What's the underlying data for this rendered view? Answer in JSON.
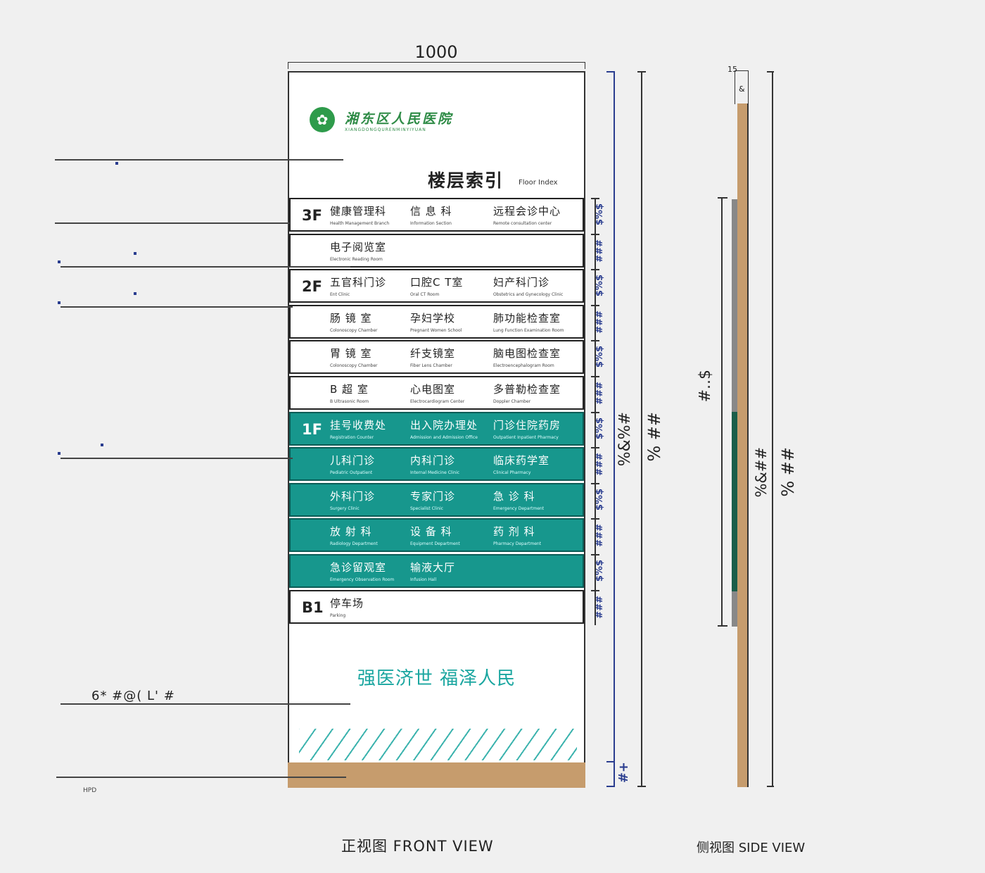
{
  "dimension_width": "1000",
  "logo": {
    "symbol": "✿",
    "name_cn": "湘东区人民医院",
    "name_en": "XIANGDONGQURENMINYIYUAN"
  },
  "floor_index": {
    "cn": "楼层索引",
    "en": "Floor Index"
  },
  "rows": [
    {
      "floor": "3F",
      "teal": false,
      "cells": [
        {
          "cn": "健康管理科",
          "en": "Health Management Branch"
        },
        {
          "cn": "信 息 科",
          "en": "Information Section"
        },
        {
          "cn": "远程会诊中心",
          "en": "Remote consultation center"
        }
      ]
    },
    {
      "floor": "",
      "teal": false,
      "cells": [
        {
          "cn": "电子阅览室",
          "en": "Electronic Reading Room"
        }
      ]
    },
    {
      "floor": "2F",
      "teal": false,
      "cells": [
        {
          "cn": "五官科门诊",
          "en": "Ent Clinic"
        },
        {
          "cn": "口腔C T室",
          "en": "Oral CT Room"
        },
        {
          "cn": "妇产科门诊",
          "en": "Obstetrics and Gynecology Clinic"
        }
      ]
    },
    {
      "floor": "",
      "teal": false,
      "cells": [
        {
          "cn": "肠 镜 室",
          "en": "Colonoscopy Chamber"
        },
        {
          "cn": "孕妇学校",
          "en": "Pregnant Women School"
        },
        {
          "cn": "肺功能检查室",
          "en": "Lung Function Examination Room"
        }
      ]
    },
    {
      "floor": "",
      "teal": false,
      "cells": [
        {
          "cn": "胃 镜 室",
          "en": "Colonoscopy Chamber"
        },
        {
          "cn": "纤支镜室",
          "en": "Fiber Lens Chamber"
        },
        {
          "cn": "脑电图检查室",
          "en": "Electroencephalogram Room"
        }
      ]
    },
    {
      "floor": "",
      "teal": false,
      "cells": [
        {
          "cn": "B 超 室",
          "en": "B Ultrasonic Room"
        },
        {
          "cn": "心电图室",
          "en": "Electrocardiogram Center"
        },
        {
          "cn": "多普勒检查室",
          "en": "Doppler Chamber"
        }
      ]
    },
    {
      "floor": "1F",
      "teal": true,
      "cells": [
        {
          "cn": "挂号收费处",
          "en": "Registration Counter"
        },
        {
          "cn": "出入院办理处",
          "en": "Admission and Admission Office"
        },
        {
          "cn": "门诊住院药房",
          "en": "Outpatient Inpatient Pharmacy"
        }
      ]
    },
    {
      "floor": "",
      "teal": true,
      "cells": [
        {
          "cn": "儿科门诊",
          "en": "Pediatric Outpatient"
        },
        {
          "cn": "内科门诊",
          "en": "Internal Medicine Clinic"
        },
        {
          "cn": "临床药学室",
          "en": "Clinical Pharmacy"
        }
      ]
    },
    {
      "floor": "",
      "teal": true,
      "cells": [
        {
          "cn": "外科门诊",
          "en": "Surgery Clinic"
        },
        {
          "cn": "专家门诊",
          "en": "Specialist Clinic"
        },
        {
          "cn": "急 诊 科",
          "en": "Emergency Department"
        }
      ]
    },
    {
      "floor": "",
      "teal": true,
      "cells": [
        {
          "cn": "放 射 科",
          "en": "Radiology Department"
        },
        {
          "cn": "设 备 科",
          "en": "Equipment Department"
        },
        {
          "cn": "药 剂 科",
          "en": "Pharmacy Department"
        }
      ]
    },
    {
      "floor": "",
      "teal": true,
      "cells": [
        {
          "cn": "急诊留观室",
          "en": "Emergency Observation Room"
        },
        {
          "cn": "输液大厅",
          "en": "Infusion Hall"
        }
      ]
    },
    {
      "floor": "B1",
      "teal": false,
      "cells": [
        {
          "cn": "停车场",
          "en": "Parking"
        }
      ]
    }
  ],
  "slogan": "强医济世 福泽人民",
  "left_code": "6* #@( L' #",
  "left_code_small": "HPD",
  "right_marks": {
    "row_mark_a": "$%$",
    "row_mark_b": "###",
    "panel_total": "%&%#",
    "sign_total": "% ##",
    "base_mark": "#+"
  },
  "side_view": {
    "top_dim": "15",
    "top_dim2": "&",
    "mid_mark": "#..$",
    "panel_mark": "%&##",
    "total_mark": "% ##"
  },
  "titles": {
    "front": "正视图 FRONT VIEW",
    "side": "侧视图 SIDE VIEW"
  },
  "colors": {
    "teal": "#17978d",
    "wood": "#c69c6d",
    "slogan": "#1aa6a0",
    "dim_blue": "#2a3d8f"
  }
}
